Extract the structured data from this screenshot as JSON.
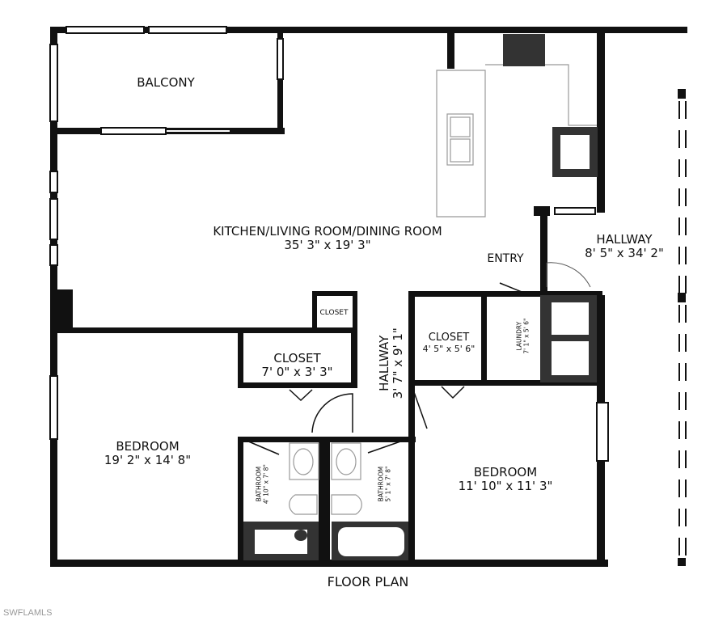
{
  "plan": {
    "title": "FLOOR PLAN",
    "watermark": "SWFLAMLS",
    "rooms": [
      {
        "id": "balcony",
        "name": "BALCONY",
        "dims": ""
      },
      {
        "id": "kitchen",
        "name": "KITCHEN/LIVING ROOM/DINING ROOM",
        "dims": "35' 3\" x 19' 3\""
      },
      {
        "id": "entry",
        "name": "ENTRY",
        "dims": ""
      },
      {
        "id": "hallway-east",
        "name": "HALLWAY",
        "dims": "8' 5\" x 34' 2\""
      },
      {
        "id": "closet-small",
        "name": "CLOSET",
        "dims": ""
      },
      {
        "id": "closet-west",
        "name": "CLOSET",
        "dims": "7' 0\" x 3' 3\""
      },
      {
        "id": "hallway-center",
        "name": "HALLWAY",
        "dims": "3' 7\" x 9' 1\""
      },
      {
        "id": "closet-center",
        "name": "CLOSET",
        "dims": "4' 5\" x 5' 6\""
      },
      {
        "id": "laundry",
        "name": "LAUNDRY",
        "dims": "7' 1\" x 5' 6\""
      },
      {
        "id": "bedroom-west",
        "name": "BEDROOM",
        "dims": "19' 2\" x 14' 8\""
      },
      {
        "id": "bathroom-west",
        "name": "BATHROOM",
        "dims": "4' 10\" x 7' 8\""
      },
      {
        "id": "bathroom-east",
        "name": "BATHROOM",
        "dims": "5' 1\" x 7' 8\""
      },
      {
        "id": "bedroom-east",
        "name": "BEDROOM",
        "dims": "11' 10\" x 11' 3\""
      }
    ]
  }
}
